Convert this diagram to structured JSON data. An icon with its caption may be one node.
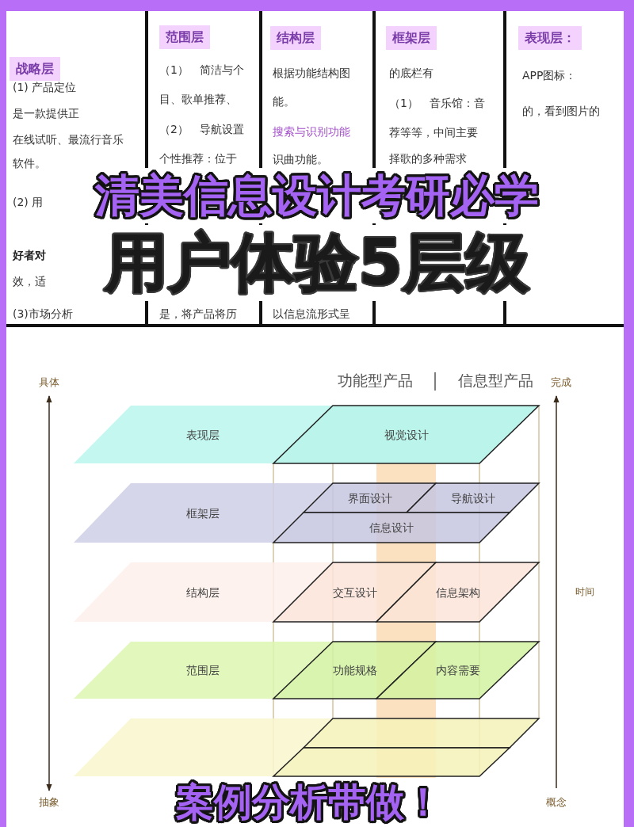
{
  "diagram": {
    "title": "清美信息设计考研必学",
    "caption": "案例分析带做！",
    "nodes": [
      {
        "text": [
          "(1) 产品定位",
          "是一款提供正",
          "在线试听、最流行音乐",
          "软件。",
          "(2) 用",
          "好者对",
          "效，适",
          "(3)市场分析"
        ]
      },
      {
        "text": [
          "战略层"
        ],
        "in": 0
      },
      {
        "text": [
          "（1）　简洁与个",
          "目、歌单推荐、",
          "（2）　导航设置",
          "个性推荐：位于",
          "是，将产品将历"
        ]
      },
      {
        "text": [
          "范围层"
        ],
        "in": 2
      },
      {
        "text": [
          "根据功能结构图",
          "能。",
          "搜索与识别功能",
          "识曲功能。",
          "以信息流形式呈"
        ]
      },
      {
        "text": [
          "结构层"
        ],
        "in": 4
      },
      {
        "text": [
          "的底栏有",
          "（1）　音乐馆：音",
          "荐等等，中间主要",
          "择歌的多种需求"
        ]
      },
      {
        "text": [
          "框架层"
        ],
        "in": 6
      },
      {
        "text": [
          "APP图标：",
          "的，看到图片的"
        ]
      },
      {
        "text": [
          "表现层："
        ],
        "in": 8
      },
      {
        "text": [
          "表现层"
        ]
      },
      {
        "text": [
          "视觉设计"
        ]
      },
      {
        "text": [
          "框架层"
        ]
      },
      {
        "text": [
          "界面设计"
        ]
      },
      {
        "text": [
          "导航设计"
        ]
      },
      {
        "text": [
          "信息设计"
        ]
      },
      {
        "text": [
          "结构层"
        ]
      },
      {
        "text": [
          "交互设计"
        ]
      },
      {
        "text": [
          "信息架构"
        ]
      },
      {
        "text": [
          "范围层"
        ]
      },
      {
        "text": [
          "功能规格"
        ]
      },
      {
        "text": [
          "内容需要"
        ]
      },
      {
        "text": [],
        "shape": "parallelogram"
      },
      {
        "text": [],
        "shape": "parallelogram"
      },
      {
        "text": [],
        "shape": "parallelogram"
      }
    ],
    "labels": [
      "用户体验5层级",
      "具体",
      "功能型产品",
      "信息型产品",
      "完成",
      "时间",
      "抽象",
      "概念"
    ]
  }
}
